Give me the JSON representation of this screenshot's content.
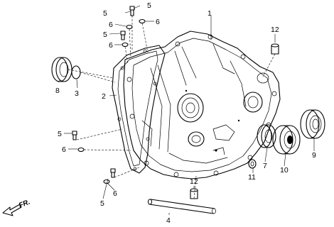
{
  "callouts": {
    "c1": "1",
    "c2": "2",
    "c3": "3",
    "c4": "4",
    "c5a": "5",
    "c5b": "5",
    "c5c": "5",
    "c5d": "5",
    "c6a": "6",
    "c6b": "6",
    "c6c": "6",
    "c6d": "6",
    "c6e": "6",
    "c7": "7",
    "c8": "8",
    "c9": "9",
    "c10": "10",
    "c11": "11",
    "c12a": "12",
    "c12b": "12"
  },
  "direction_label": "FR."
}
